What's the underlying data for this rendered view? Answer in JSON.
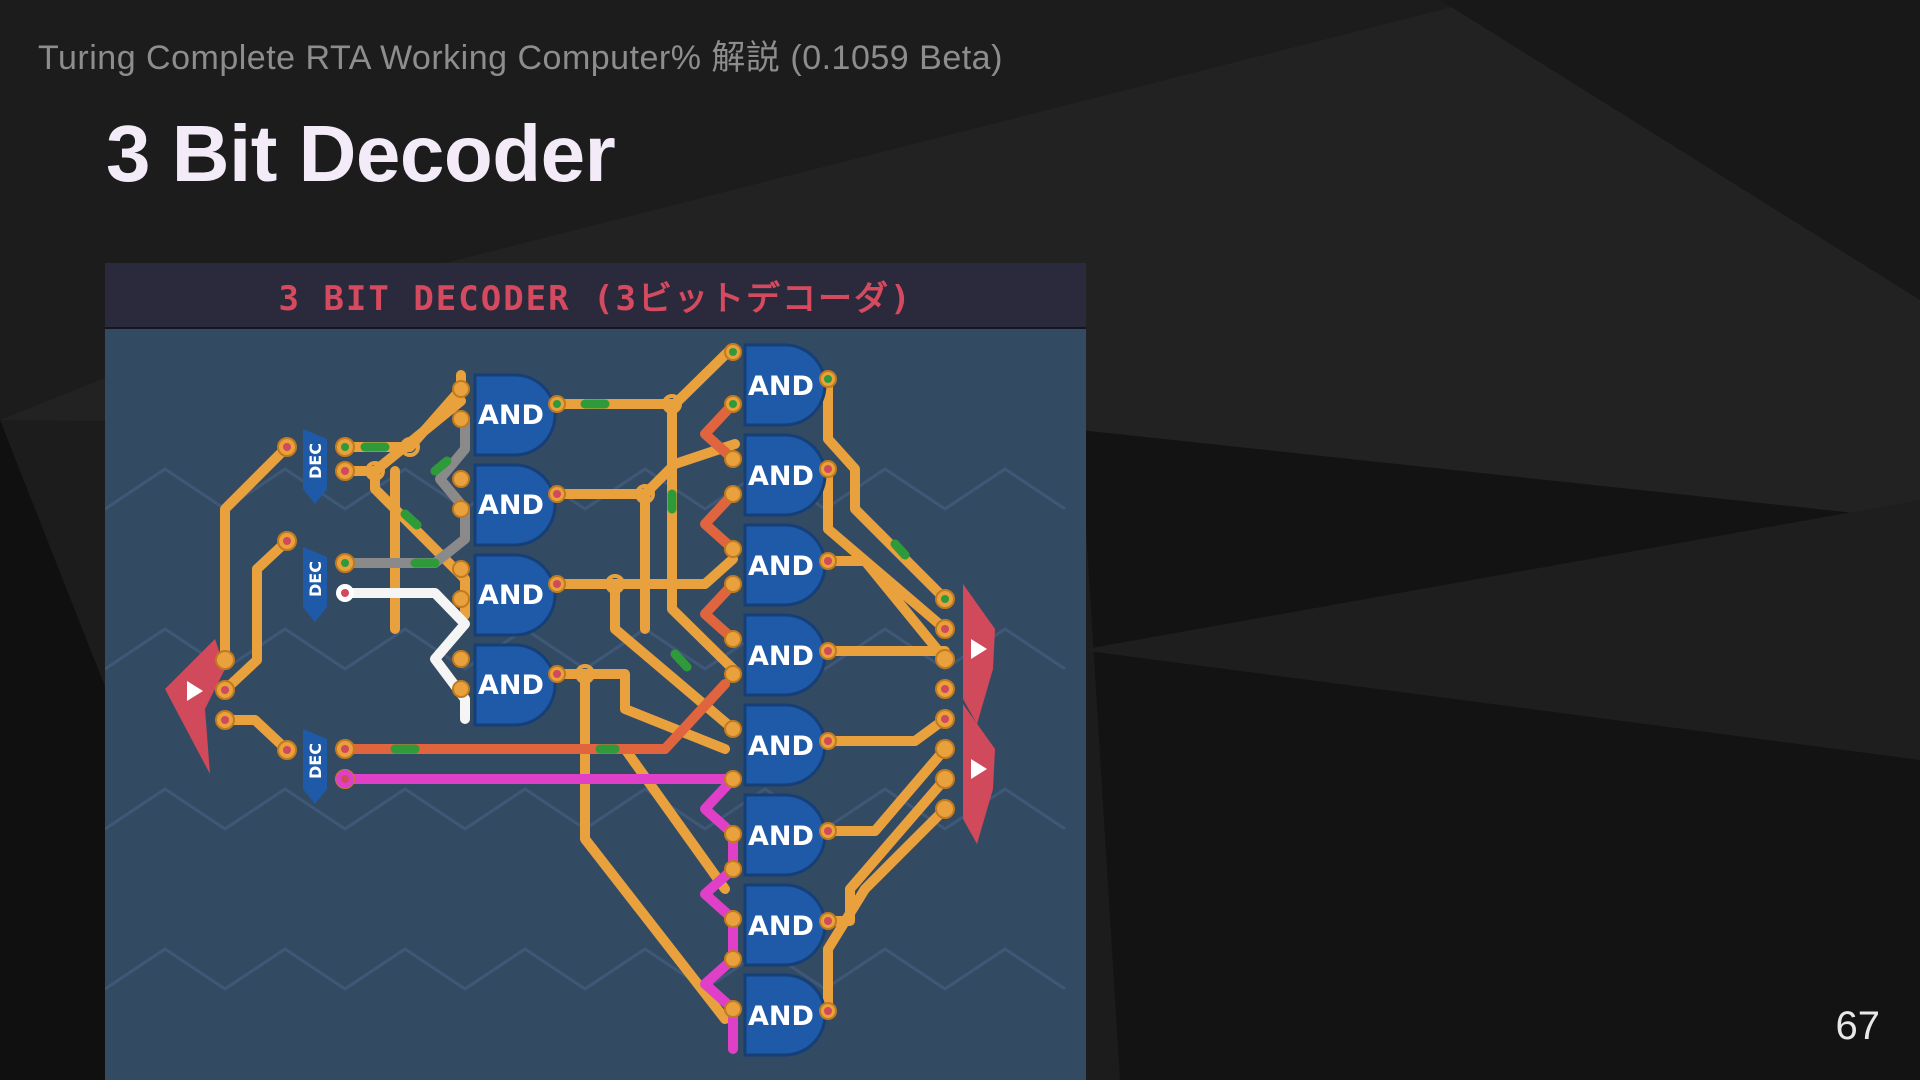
{
  "slide": {
    "header": "Turing Complete RTA Working Computer% 解説 (0.1059 Beta)",
    "title": "3 Bit Decoder",
    "page_number": "67"
  },
  "level": {
    "title": "3 BIT DECODER (3ビットデコーダ)"
  },
  "components": {
    "decoder_label": "DEC",
    "and_label": "AND",
    "input_count": 1,
    "output_count": 2,
    "decoder_count": 3,
    "first_stage_and_count": 4,
    "second_stage_and_count": 8
  },
  "colors": {
    "background": "#1b1b1b",
    "board": "#334a63",
    "gate": "#1e5aa8",
    "wire_orange": "#e8a13d",
    "wire_red": "#e0653f",
    "wire_magenta": "#e040c8",
    "wire_white": "#f5f5f5",
    "wire_gray": "#8a8a8a",
    "io_pin": "#d04a5c",
    "title_red": "#d54a5e"
  }
}
